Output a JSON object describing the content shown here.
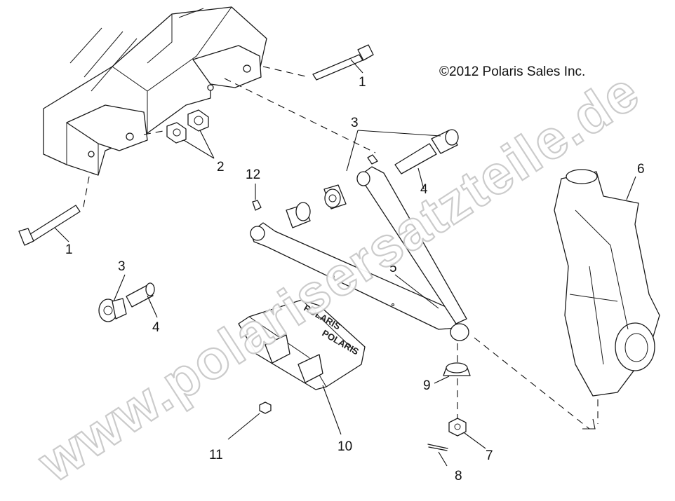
{
  "copyright": "©2012 Polaris Sales Inc.",
  "watermark": "www.polarisersatzteile.de",
  "guard_brand": "POLARIS",
  "callouts": {
    "bolt_top": "1",
    "bolt_left": "1",
    "nuts": "2",
    "bushing_top": "3",
    "bushing_left": "3",
    "sleeve_top": "4",
    "sleeve_left": "4",
    "a_arm": "5",
    "spindle": "6",
    "castle_nut": "7",
    "cotter_pin": "8",
    "ball_joint_cap": "9",
    "guard": "10",
    "guard_screw": "11",
    "grease_fitting": "12"
  }
}
